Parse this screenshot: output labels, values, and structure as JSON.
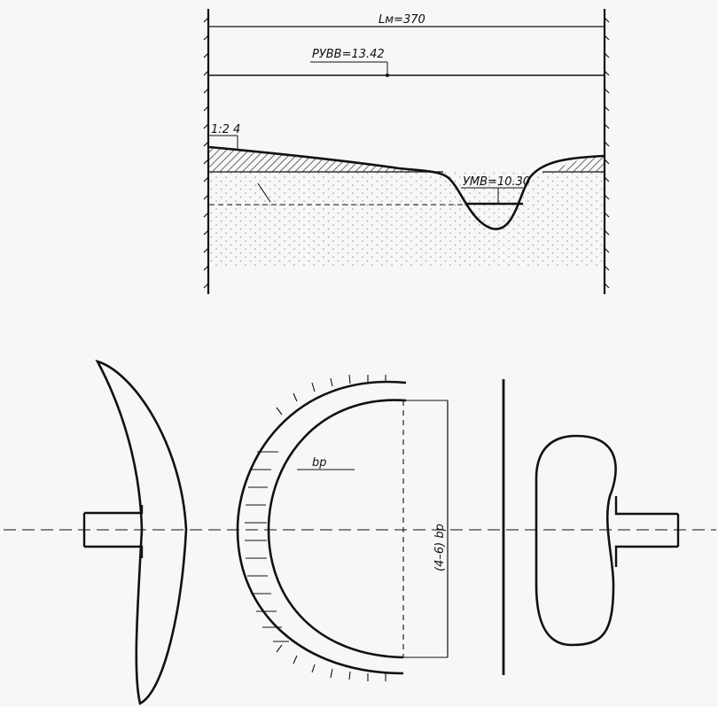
{
  "section": {
    "span_label": "Lм=370",
    "high_water_label": "РУВВ=13.42",
    "low_water_label": "УМВ=10.30",
    "slope_label_left": "1:2",
    "slope_label_right": "4"
  },
  "plan": {
    "width_label": "bр",
    "depth_label": "(4–6) bр"
  },
  "colors": {
    "ink": "#111111",
    "background": "#f7f7f7"
  }
}
